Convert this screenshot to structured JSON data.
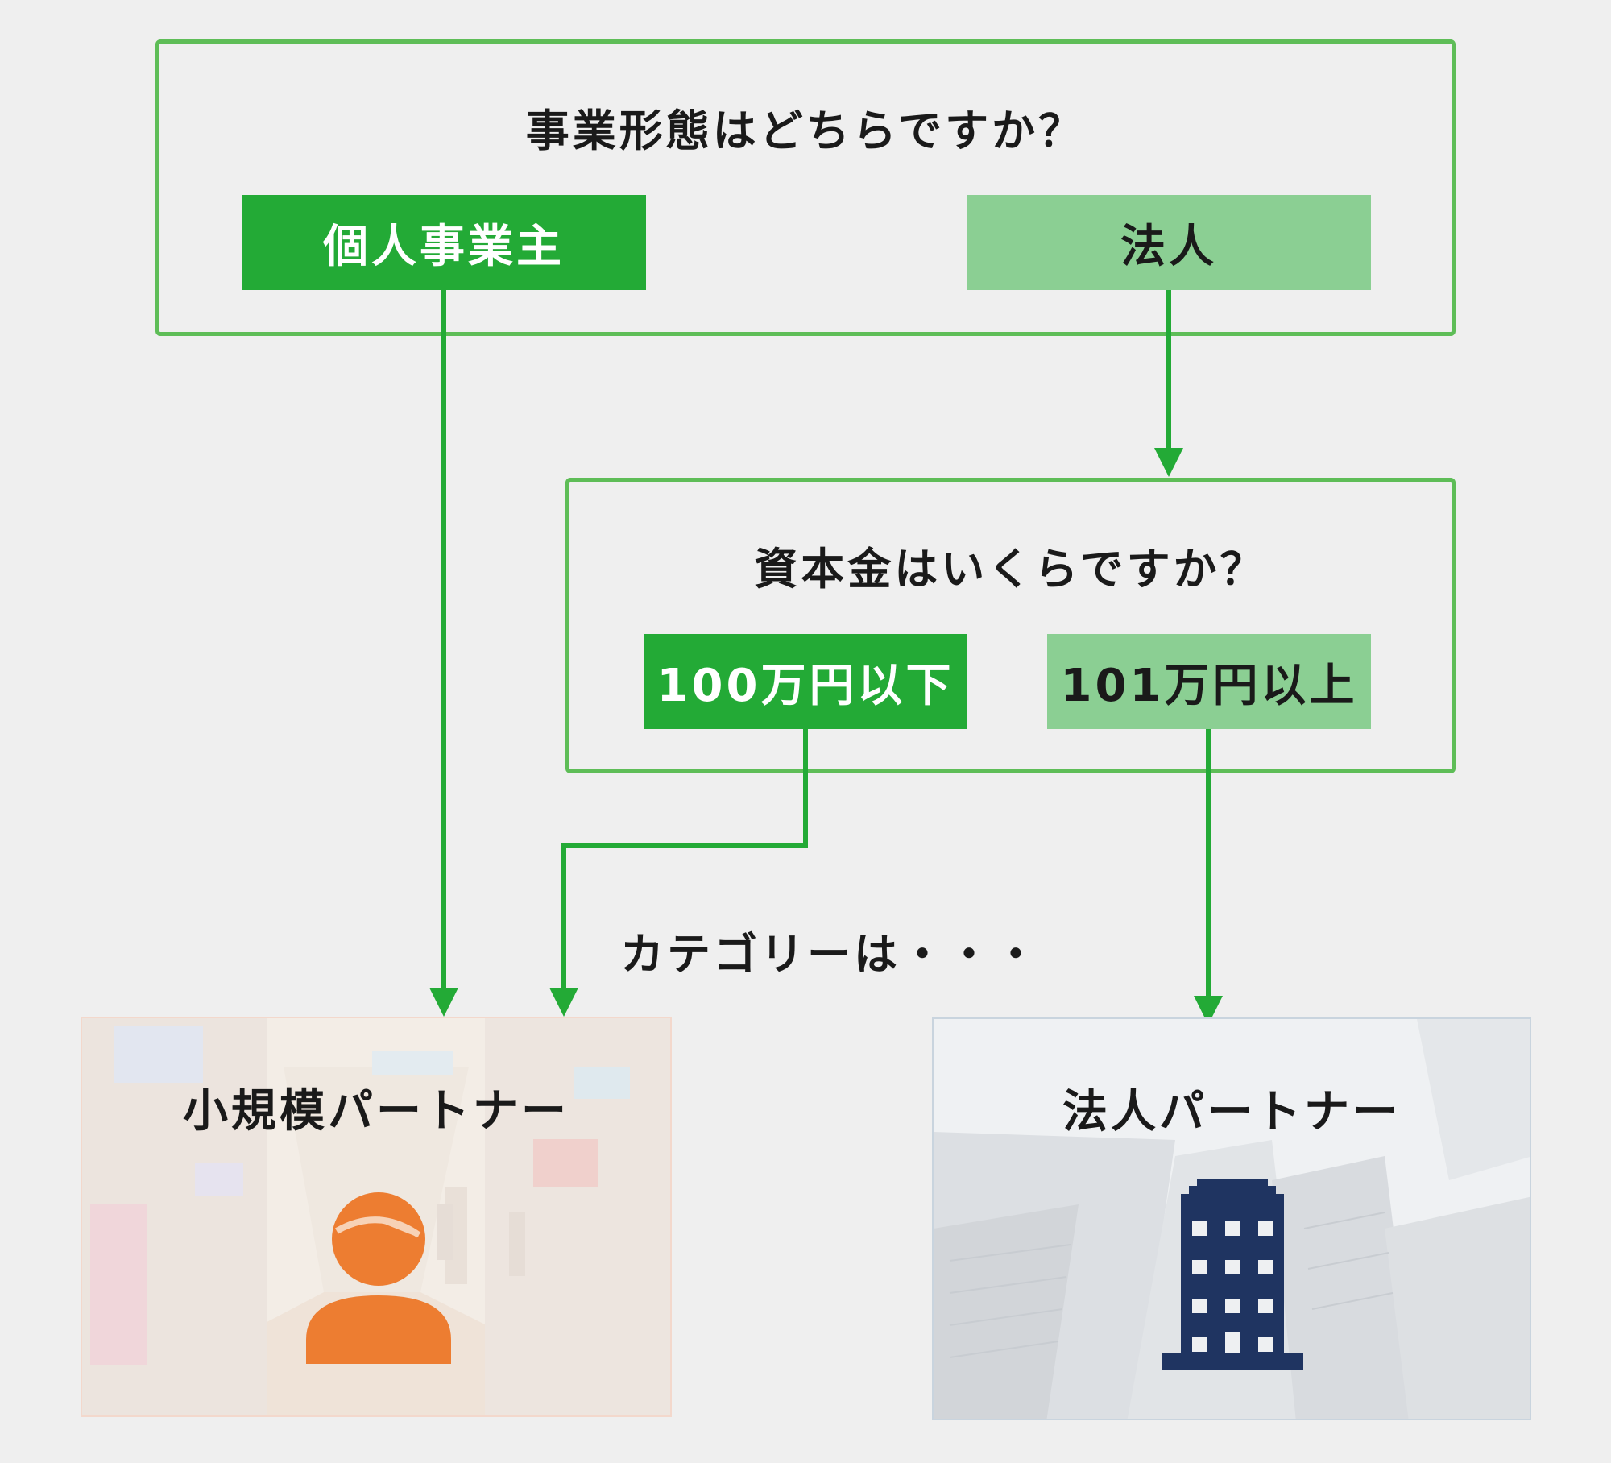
{
  "question1": {
    "text": "事業形態はどちらですか？",
    "options": [
      {
        "label": "個人事業主"
      },
      {
        "label": "法人"
      }
    ]
  },
  "question2": {
    "text": "資本金はいくらですか？",
    "options": [
      {
        "label": "100万円以下"
      },
      {
        "label": "101万円以上"
      }
    ]
  },
  "category_note": "カテゴリーは・・・",
  "results": [
    {
      "title": "小規模パートナー",
      "icon": "person-icon",
      "icon_color": "#ed7d31"
    },
    {
      "title": "法人パートナー",
      "icon": "building-icon",
      "icon_color": "#1f3461"
    }
  ],
  "colors": {
    "primary": "#23aa36",
    "secondary": "#8bcf93",
    "frame": "#5ebd57",
    "background": "#efefef"
  }
}
